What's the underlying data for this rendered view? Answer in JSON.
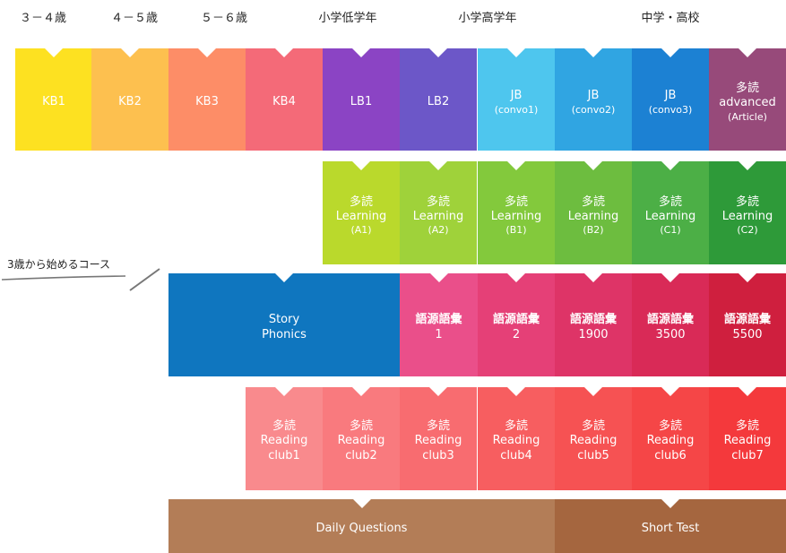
{
  "ages": [
    "３－４歳",
    "４－５歳",
    "５－６歳",
    "小学低学年",
    "小学高学年",
    "中学・高校"
  ],
  "side_label": "3歳から始めるコース",
  "rows": [
    {
      "id": "row1",
      "cells": [
        {
          "lines": [
            "KB1"
          ],
          "color": "#fde121"
        },
        {
          "lines": [
            "KB2"
          ],
          "color": "#fdc04f"
        },
        {
          "lines": [
            "KB3"
          ],
          "color": "#fd8d67"
        },
        {
          "lines": [
            "KB4"
          ],
          "color": "#f46a78"
        },
        {
          "lines": [
            "LB1"
          ],
          "color": "#8b44c4"
        },
        {
          "lines": [
            "LB2"
          ],
          "color": "#6c57c8"
        },
        {
          "lines": [
            "JB",
            "(convo1)"
          ],
          "color": "#4ec6ee"
        },
        {
          "lines": [
            "JB",
            "(convo2)"
          ],
          "color": "#30a5e2"
        },
        {
          "lines": [
            "JB",
            "(convo3)"
          ],
          "color": "#1c81d3"
        },
        {
          "lines": [
            "多読",
            "advanced",
            "(Article)"
          ],
          "color": "#974a7a"
        }
      ]
    },
    {
      "id": "row2",
      "cells": [
        {
          "lines": [
            "多読",
            "Learning",
            "(A1)"
          ],
          "color": "#bad92c"
        },
        {
          "lines": [
            "多読",
            "Learning",
            "(A2)"
          ],
          "color": "#9fd23a"
        },
        {
          "lines": [
            "多読",
            "Learning",
            "(B1)"
          ],
          "color": "#83c93c"
        },
        {
          "lines": [
            "多読",
            "Learning",
            "(B2)"
          ],
          "color": "#6dbd3f"
        },
        {
          "lines": [
            "多読",
            "Learning",
            "(C1)"
          ],
          "color": "#4caf46"
        },
        {
          "lines": [
            "多読",
            "Learning",
            "(C2)"
          ],
          "color": "#2e9a39"
        }
      ]
    },
    {
      "id": "row3",
      "cells": [
        {
          "lines": [
            "Story",
            "Phonics"
          ],
          "color": "#0f76bf"
        },
        {
          "lines": [
            "語源語彙",
            "1"
          ],
          "color": "#ea4f8a"
        },
        {
          "lines": [
            "語源語彙",
            "2"
          ],
          "color": "#e54077"
        },
        {
          "lines": [
            "語源語彙",
            "1900"
          ],
          "color": "#de3467"
        },
        {
          "lines": [
            "語源語彙",
            "3500"
          ],
          "color": "#d92a57"
        },
        {
          "lines": [
            "語源語彙",
            "5500"
          ],
          "color": "#cf1f3e"
        }
      ]
    },
    {
      "id": "row4",
      "cells": [
        {
          "lines": [
            "多読",
            "Reading",
            "club1"
          ],
          "color": "#f98a8d"
        },
        {
          "lines": [
            "多読",
            "Reading",
            "club2"
          ],
          "color": "#f97a7e"
        },
        {
          "lines": [
            "多読",
            "Reading",
            "club3"
          ],
          "color": "#f86c70"
        },
        {
          "lines": [
            "多読",
            "Reading",
            "club4"
          ],
          "color": "#f75e60"
        },
        {
          "lines": [
            "多読",
            "Reading",
            "club5"
          ],
          "color": "#f65253"
        },
        {
          "lines": [
            "多読",
            "Reading",
            "club6"
          ],
          "color": "#f54647"
        },
        {
          "lines": [
            "多読",
            "Reading",
            "club7"
          ],
          "color": "#f4393c"
        }
      ]
    },
    {
      "id": "row5",
      "cells": [
        {
          "lines": [
            "Daily Questions"
          ],
          "color": "#b37d57"
        },
        {
          "lines": [
            "Short Test"
          ],
          "color": "#a5663f"
        }
      ]
    }
  ]
}
